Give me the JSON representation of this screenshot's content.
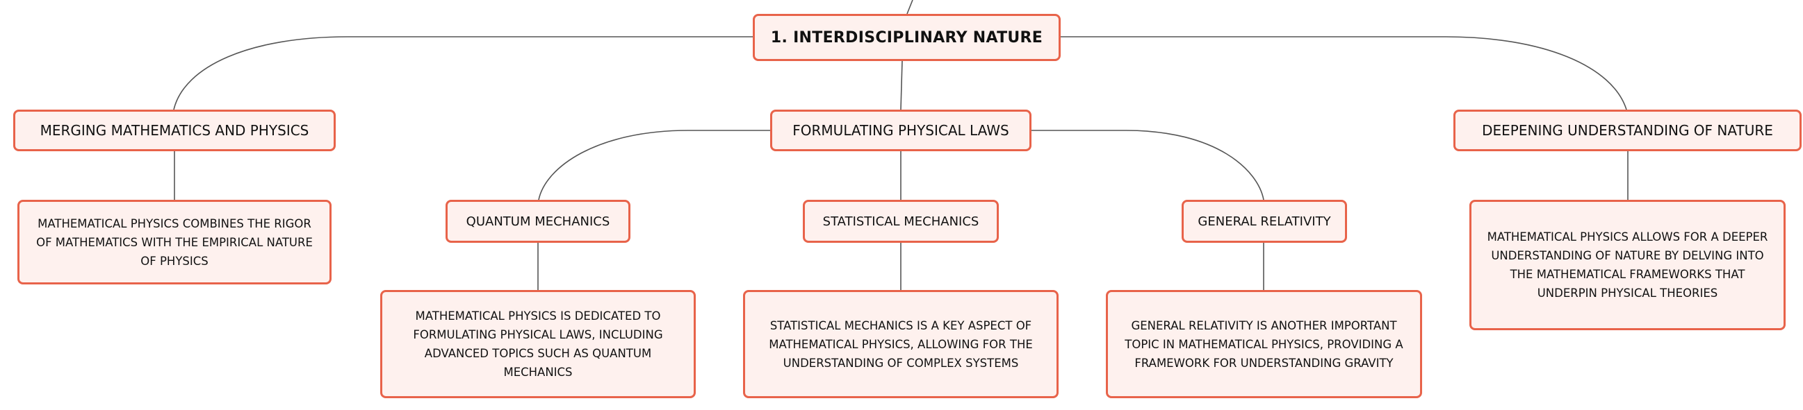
{
  "diagram": {
    "root": {
      "label": "1. INTERDISCIPLINARY NATURE"
    },
    "branches": [
      {
        "label": "MERGING MATHEMATICS AND PHYSICS",
        "description": "MATHEMATICAL PHYSICS COMBINES THE RIGOR OF MATHEMATICS WITH THE EMPIRICAL NATURE OF PHYSICS"
      },
      {
        "label": "FORMULATING PHYSICAL LAWS",
        "topics": [
          {
            "label": "QUANTUM MECHANICS",
            "description": "MATHEMATICAL PHYSICS IS DEDICATED TO FORMULATING PHYSICAL LAWS, INCLUDING ADVANCED TOPICS SUCH AS QUANTUM MECHANICS"
          },
          {
            "label": "STATISTICAL MECHANICS",
            "description": "STATISTICAL MECHANICS IS A KEY ASPECT OF MATHEMATICAL PHYSICS, ALLOWING FOR THE UNDERSTANDING OF COMPLEX SYSTEMS"
          },
          {
            "label": "GENERAL RELATIVITY",
            "description": "GENERAL RELATIVITY IS ANOTHER IMPORTANT TOPIC IN MATHEMATICAL PHYSICS, PROVIDING A FRAMEWORK FOR UNDERSTANDING GRAVITY"
          }
        ]
      },
      {
        "label": "DEEPENING UNDERSTANDING OF NATURE",
        "description": "MATHEMATICAL PHYSICS ALLOWS FOR A DEEPER UNDERSTANDING OF NATURE BY DELVING INTO THE MATHEMATICAL FRAMEWORKS THAT UNDERPIN PHYSICAL THEORIES"
      }
    ],
    "colors": {
      "node_fill": "#fef1ee",
      "node_border": "#e8634a",
      "connector": "#555555",
      "text": "#111111"
    }
  }
}
